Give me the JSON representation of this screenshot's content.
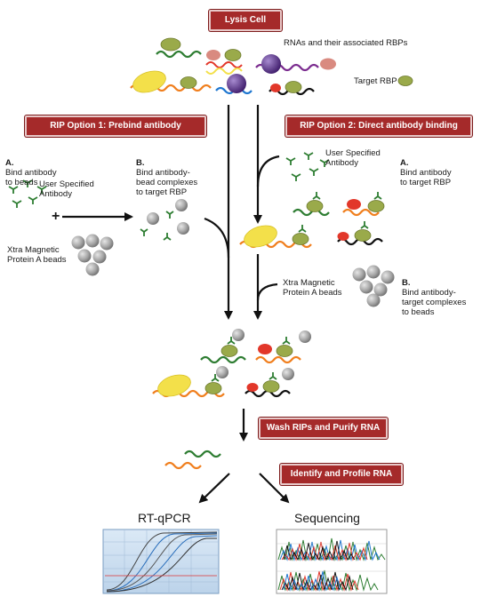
{
  "banners": {
    "lysis": "Lysis Cell",
    "option1": "RIP Option 1: Prebind antibody",
    "option2": "RIP Option 2: Direct antibody binding",
    "wash": "Wash RIPs and Purify RNA",
    "identify": "Identify and Profile RNA"
  },
  "top": {
    "rnas_label": "RNAs and their associated RBPs",
    "target_rbp_label": "Target RBP"
  },
  "option1": {
    "step_a_letter": "A.",
    "step_a_text": "Bind antibody\nto beads",
    "step_b_letter": "B.",
    "step_b_text": "Bind antibody-\nbead complexes\nto target RBP",
    "antibody_label": "User Specified\nAntibody",
    "plus": "+",
    "beads_label": "Xtra Magnetic\nProtein A beads"
  },
  "option2": {
    "antibody_label": "User Specified\nAntibody",
    "step_a_letter": "A.",
    "step_a_text": "Bind antibody\nto target RBP",
    "beads_label": "Xtra Magnetic\nProtein A beads",
    "step_b_letter": "B.",
    "step_b_text": "Bind antibody-\ntarget complexes\nto beads"
  },
  "outputs": {
    "rtqpcr": "RT-qPCR",
    "sequencing": "Sequencing"
  },
  "colors": {
    "banner": "#a52a2a",
    "rna_green": "#2e7d32",
    "rna_orange": "#f07f1e",
    "rna_purple": "#7b2c8f",
    "rna_blue": "#1f77d0",
    "rna_black": "#111111",
    "rbp_target": "#9aaa4a",
    "rbp_red": "#e2372a",
    "rbp_purple": "#5b2a86",
    "rbp_yellow": "#f3e04a",
    "rbp_pink": "#d98a80",
    "bead": "#9b9b9b",
    "antibody": "#2e7d32"
  }
}
